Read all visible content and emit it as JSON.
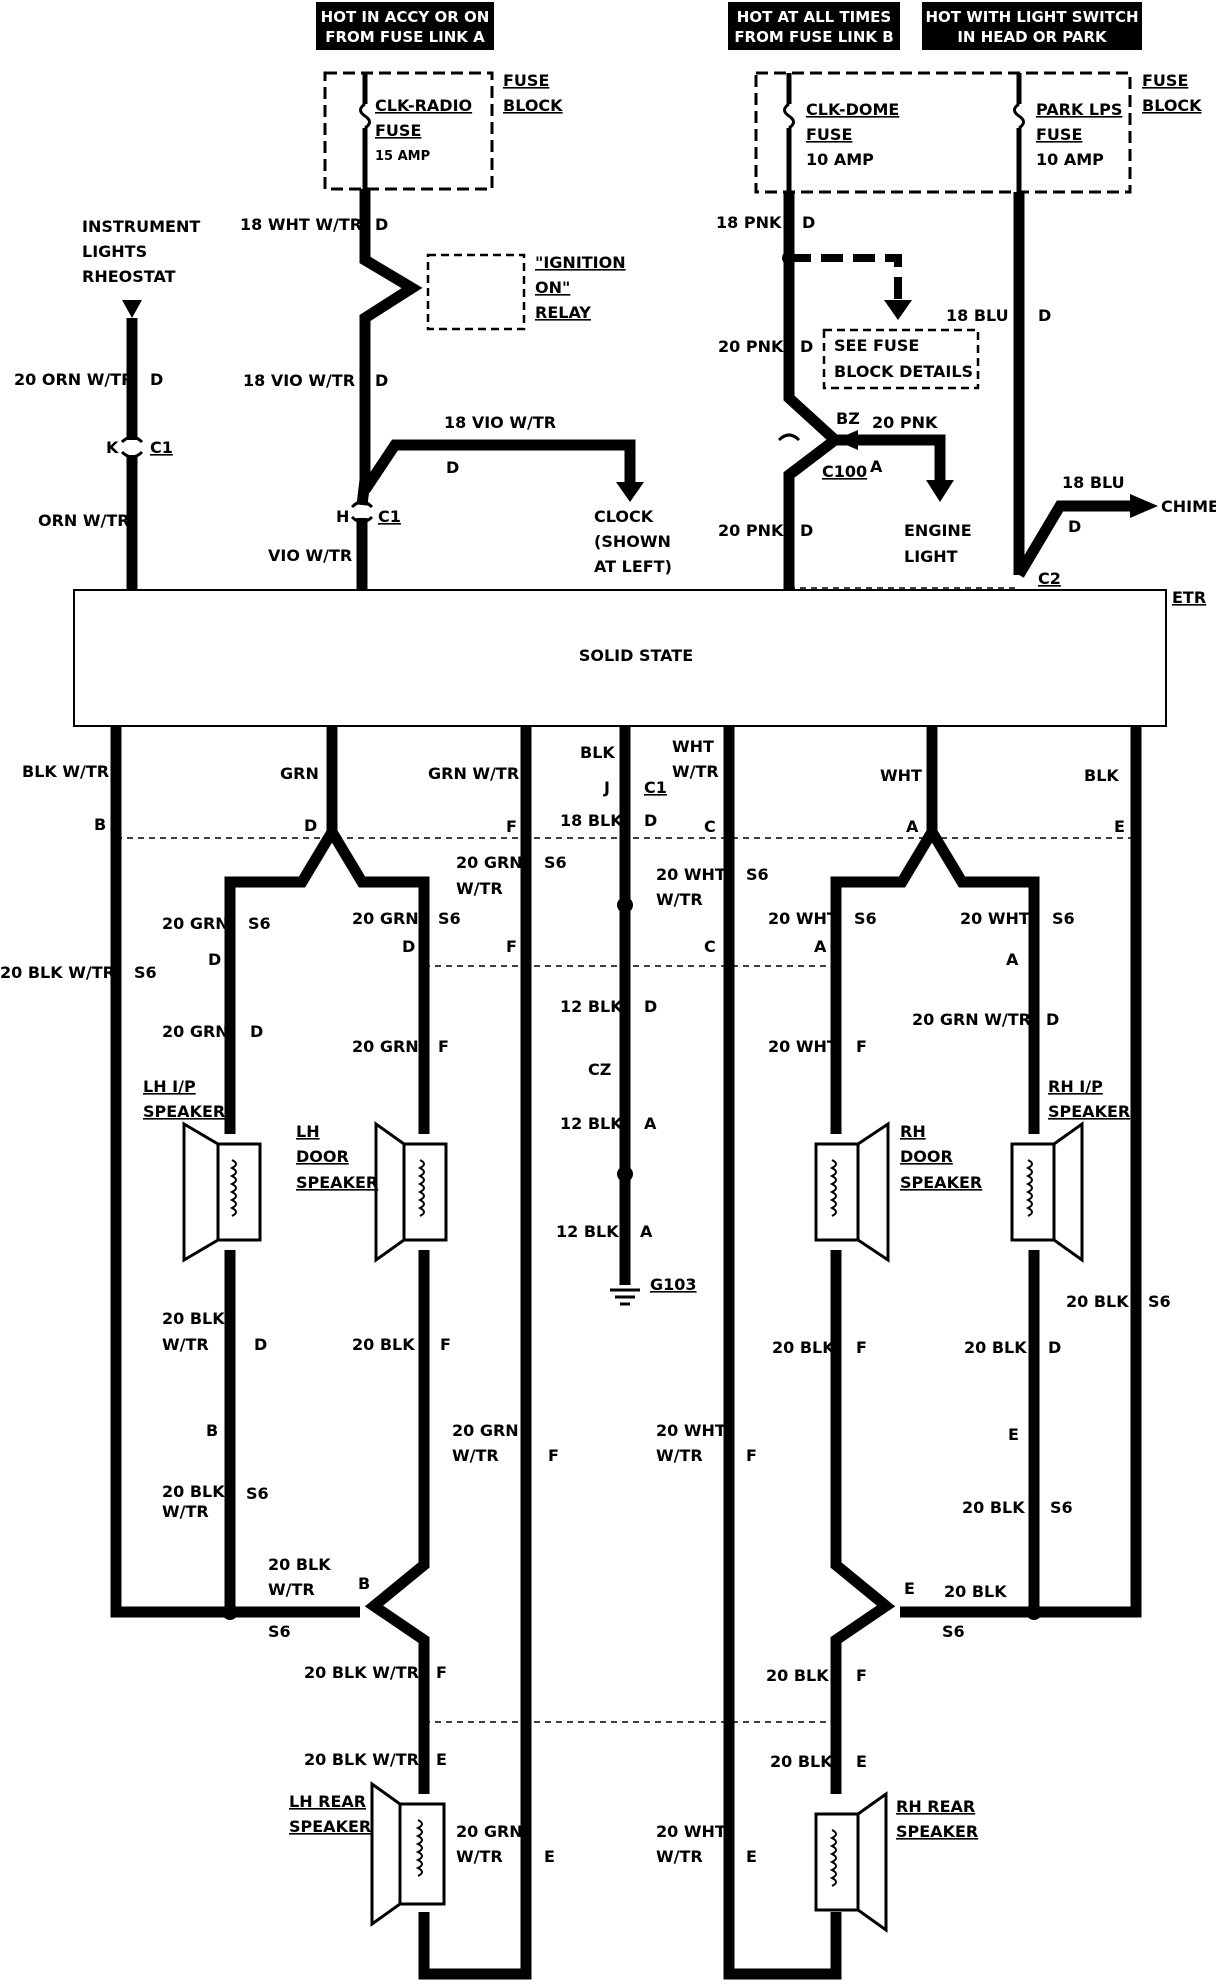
{
  "title_boxes": {
    "accy": [
      "HOT IN ACCY OR ON",
      "FROM FUSE LINK A"
    ],
    "at_all_times": [
      "HOT AT ALL TIMES",
      "FROM FUSE LINK B"
    ],
    "light_switch": [
      "HOT WITH LIGHT SWITCH",
      "IN HEAD OR PARK"
    ]
  },
  "fuses": {
    "clk_radio": {
      "name": "CLK-RADIO",
      "type": "FUSE",
      "rating": "15 AMP"
    },
    "clk_dome": {
      "name": "CLK-DOME",
      "type": "FUSE",
      "rating": "10 AMP"
    },
    "park_lps": {
      "name": "PARK LPS",
      "type": "FUSE",
      "rating": "10 AMP"
    },
    "fuse_block_label": [
      "FUSE",
      "BLOCK"
    ]
  },
  "components": {
    "instrument_lights": [
      "INSTRUMENT",
      "LIGHTS",
      "RHEOSTAT"
    ],
    "ignition_relay": [
      "\"IGNITION",
      "ON\"",
      "RELAY"
    ],
    "see_fuse": [
      "SEE FUSE",
      "BLOCK DETAILS"
    ],
    "clock": [
      "CLOCK",
      "(SHOWN",
      "AT LEFT)"
    ],
    "engine_light": [
      "ENGINE",
      "LIGHT"
    ],
    "chime": "CHIME",
    "solid_state": "SOLID STATE",
    "etr": "ETR",
    "lh_ip": [
      "LH I/P",
      "SPEAKER"
    ],
    "lh_door": [
      "LH",
      "DOOR",
      "SPEAKER"
    ],
    "rh_door": [
      "RH",
      "DOOR",
      "SPEAKER"
    ],
    "rh_ip": [
      "RH I/P",
      "SPEAKER"
    ],
    "lh_rear": [
      "LH REAR",
      "SPEAKER"
    ],
    "rh_rear": [
      "RH REAR",
      "SPEAKER"
    ],
    "ground": "G103"
  },
  "connectors": {
    "c1": "C1",
    "c2": "C2",
    "c100": "C100",
    "cz": "CZ",
    "bz": "BZ",
    "pins": {
      "k": "K",
      "h": "H",
      "j": "J",
      "a": "A",
      "b": "B",
      "c": "C",
      "d": "D",
      "e": "E",
      "f": "F"
    }
  },
  "wires": {
    "w18wht": "18 WHT W/TR",
    "w18vio": "18 VIO W/TR",
    "w20orn": "20 ORN W/TR",
    "orn": "ORN W/TR",
    "vio": "VIO W/TR",
    "w18pnk": "18 PNK",
    "w20pnk": "20 PNK",
    "w18blu": "18 BLU",
    "blkwtr": "BLK W/TR",
    "grn": "GRN",
    "grnwtr": "GRN W/TR",
    "blk": "BLK",
    "wht": "WHT",
    "w_wtr": "W/TR",
    "w18blk": "18 BLK",
    "w12blk": "12 BLK",
    "w20blkwtr": "20 BLK W/TR",
    "w20grn": "20 GRN",
    "w20grnwtr": "20 GRN W/TR",
    "w20wht": "20 WHT",
    "w20blk": "20 BLK",
    "s6": "S6",
    "d": "D",
    "e": "E",
    "f": "F",
    "a": "A"
  }
}
